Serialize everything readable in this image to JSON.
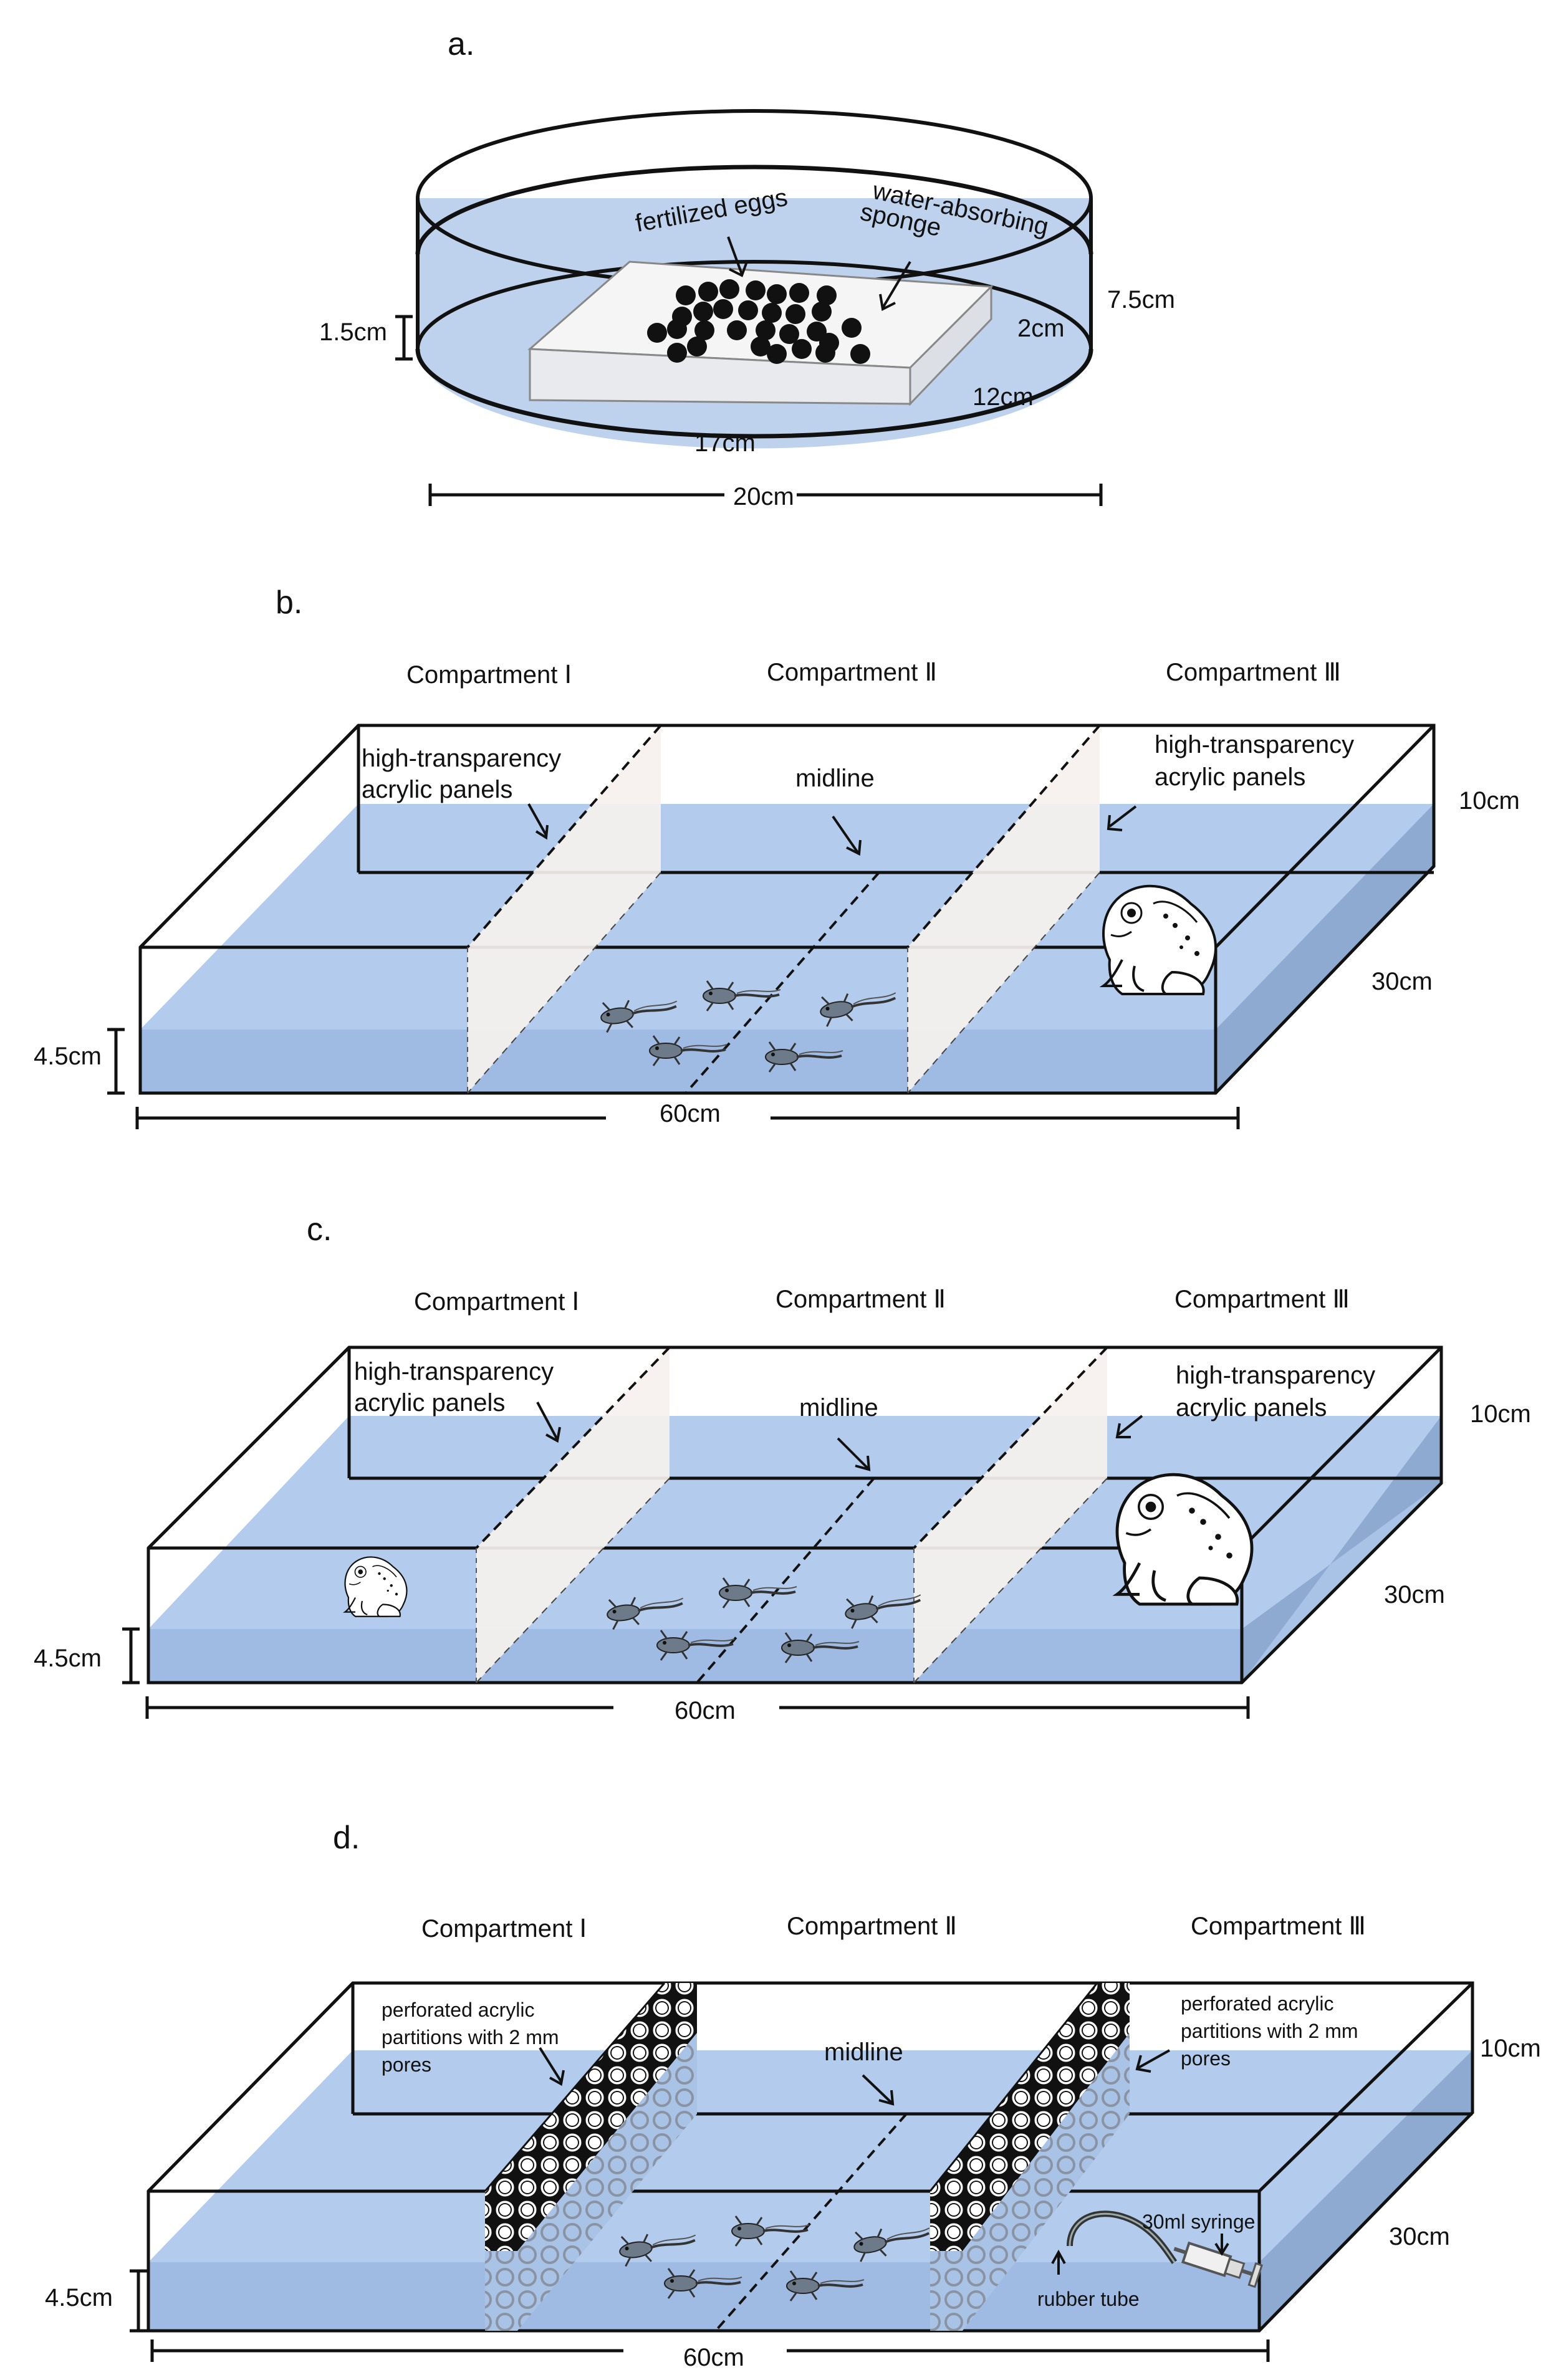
{
  "panel_a": {
    "letter": "a.",
    "fertilized_eggs": "fertilized eggs",
    "sponge_line1": "water-absorbing",
    "sponge_line2": "sponge",
    "dim_water_depth": "1.5cm",
    "dim_height": "7.5cm",
    "dim_sponge_thick": "2cm",
    "dim_sponge_width": "12cm",
    "dim_sponge_length": "17cm",
    "dim_diameter": "20cm"
  },
  "panel_b": {
    "letter": "b.",
    "comp1": "Compartment Ⅰ",
    "comp2": "Compartment Ⅱ",
    "comp3": "Compartment Ⅲ",
    "panels_left_l1": "high-transparency",
    "panels_left_l2": "acrylic panels",
    "midline": "midline",
    "panels_right_l1": "high-transparency",
    "panels_right_l2": "acrylic panels",
    "dim_height": "10cm",
    "dim_depth": "30cm",
    "dim_water": "4.5cm",
    "dim_length": "60cm"
  },
  "panel_c": {
    "letter": "c.",
    "comp1": "Compartment Ⅰ",
    "comp2": "Compartment Ⅱ",
    "comp3": "Compartment Ⅲ",
    "panels_left_l1": "high-transparency",
    "panels_left_l2": "acrylic panels",
    "midline": "midline",
    "panels_right_l1": "high-transparency",
    "panels_right_l2": "acrylic panels",
    "dim_height": "10cm",
    "dim_depth": "30cm",
    "dim_water": "4.5cm",
    "dim_length": "60cm"
  },
  "panel_d": {
    "letter": "d.",
    "comp1": "Compartment Ⅰ",
    "comp2": "Compartment Ⅱ",
    "comp3": "Compartment Ⅲ",
    "partition_left_l1": "perforated acrylic",
    "partition_left_l2": "partitions with 2 mm",
    "partition_left_l3": "pores",
    "midline": "midline",
    "partition_right_l1": "perforated acrylic",
    "partition_right_l2": "partitions with 2 mm",
    "partition_right_l3": "pores",
    "syringe": "30ml syringe",
    "tube": "rubber tube",
    "dim_height": "10cm",
    "dim_depth": "30cm",
    "dim_water": "4.5cm",
    "dim_length": "60cm"
  },
  "colors": {
    "water": "#a9c3e6",
    "water_dark": "#8ca8cf",
    "panel": "#f6f1ee",
    "outline": "#111111"
  }
}
